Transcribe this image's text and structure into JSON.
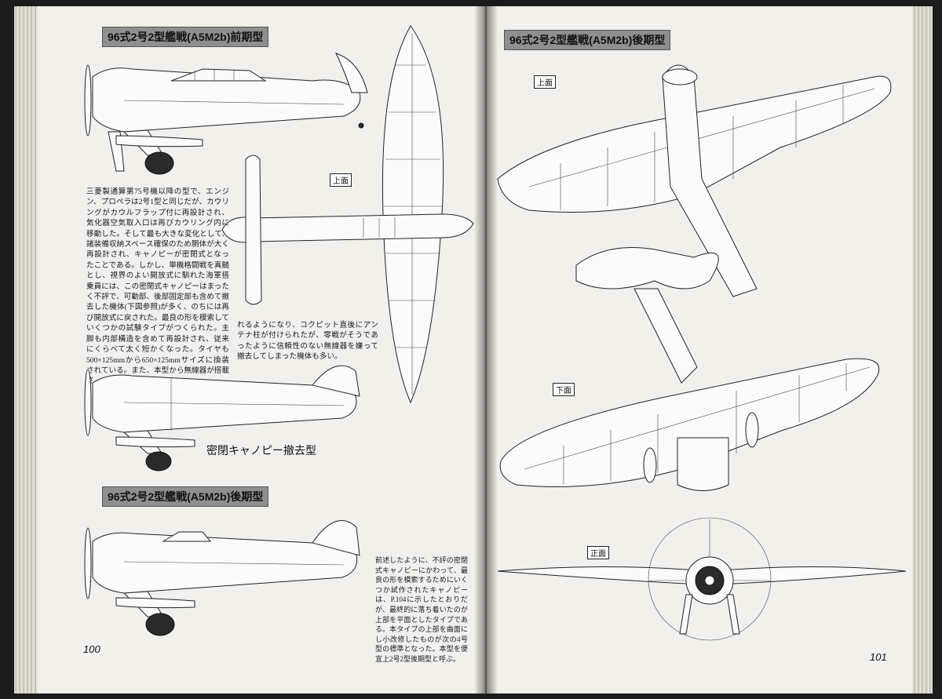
{
  "left_page": {
    "title_early": "96式2号2型艦戦(A5M2b)前期型",
    "view_top": "上面",
    "body_main": "三菱製通算第75号機以降の型で、エンジン、プロペラは2号1型と同じだが、カウリングがカウルフラップ付に再設計され、気化器空気取入口は再びカウリング内に移動した。そして最も大きな変化として、諸装備収納スペース確保のため胴体が大く再設計され、キャノピーが密閉式となったことである。しかし、単機格闘戦を真髄とし、視界のよい開放式に馴れた海軍搭乗員には、この密閉式キャノピーはまったく不評で、可動部、後部固定部も含めて撤去した機体(下図参照)が多く、のちには再び開放式に戻された。最良の形を模索していくつかの試験タイプがつくられた。主脚も内部構造を含めて再設計され、従来にくらべて太く短かくなった。タイヤも500×125mmから650×125mmサイズに換装されている。また、本型から無線器が搭載さ",
    "body_cont": "れるようになり、コクピット直後にアンテナ柱が付けられたが、零戦がそうであったように信頼性のない無線器を嫌って撤去してしまった機体も多い。",
    "caption_removed": "密閉キャノピー撤去型",
    "title_late": "96式2号2型艦戦(A5M2b)後期型",
    "body_late": "前述したように、不評の密閉式キャノピーにかわって、最良の形を模索するためにいくつか試作されたキャノピーは、P.104に示したとおりだが、最終的に落ち着いたのが上部を平面としたタイプである。本タイプの上部を曲面にし小改修したものが次の4号型の標準となった。本型を便宜上2号2型後期型と呼ぶ。",
    "page_number": "100"
  },
  "right_page": {
    "title": "96式2号2型艦戦(A5M2b)後期型",
    "view_top": "上面",
    "view_bottom": "下面",
    "view_front": "正面",
    "page_number": "101"
  },
  "colors": {
    "paper": "#f1f0ea",
    "label_bg": "#8f8f8f",
    "ink": "#111111"
  }
}
